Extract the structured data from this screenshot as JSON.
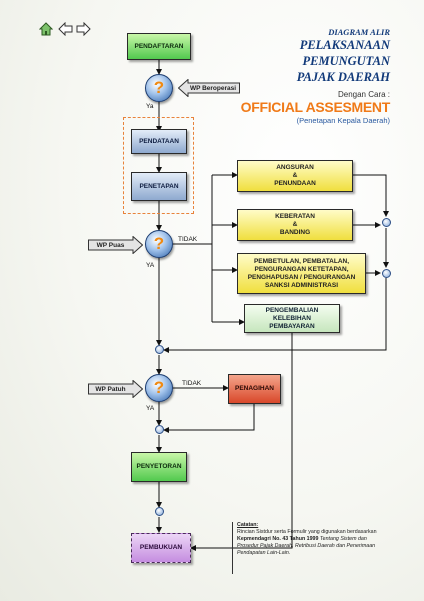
{
  "nav": {
    "home_icon": "home-icon",
    "back_icon": "arrow-left-icon",
    "forward_icon": "arrow-right-icon"
  },
  "header": {
    "line1": "DIAGRAM ALIR",
    "line2": "PELAKSANAAN",
    "line3": "PEMUNGUTAN",
    "line4": "PAJAK DAERAH",
    "method_prefix": "Dengan Cara :",
    "method": "OFFICIAL ASSESMENT",
    "method_sub": "(Penetapan Kepala Daerah)"
  },
  "nodes": {
    "pendaftaran": "PENDAFTARAN",
    "pendataan": "PENDATAAN",
    "penetapan": "PENETAPAN",
    "angsuran": "ANGSURAN\n&\nPENUNDAAN",
    "keberatan": "KEBERATAN\n&\nBANDING",
    "pembetulan": "PEMBETULAN, PEMBATALAN,\nPENGURANGAN KETETAPAN,\nPENGHAPUSAN / PENGURANGAN\nSANKSI ADMINISTRASI",
    "pengembalian": "PENGEMBALIAN\nKELEBIHAN\nPEMBAYARAN",
    "penagihan": "PENAGIHAN",
    "penyetoran": "PENYETORAN",
    "pembukuan": "PEMBUKUAN",
    "question_mark": "?"
  },
  "inputs": {
    "wp_beroperasi": "WP  Beroperasi",
    "wp_puas": "WP  Puas",
    "wp_patuh": "WP  Patuh"
  },
  "edge_labels": {
    "ya": "Ya",
    "ya2": "YA",
    "ya3": "YA",
    "tidak": "TIDAK",
    "tidak2": "TIDAK"
  },
  "note": {
    "heading": "Catatan:",
    "line1": "Rincian Sistdur serta Formulir yang digunakan berdasarkan",
    "bold_part": "Kepmendagri No. 43 Tahun 1999",
    "line2_rest": " Tentang Sistem dan",
    "line3": "Prosedur Pajak Daerah, Retribusi Daerah dan Penerimaan",
    "line4": "Pendapatan Lain-Lain."
  },
  "colors": {
    "accent_orange": "#f07a18",
    "title_blue": "#123a7a",
    "dashed_group": "#e8823a"
  }
}
